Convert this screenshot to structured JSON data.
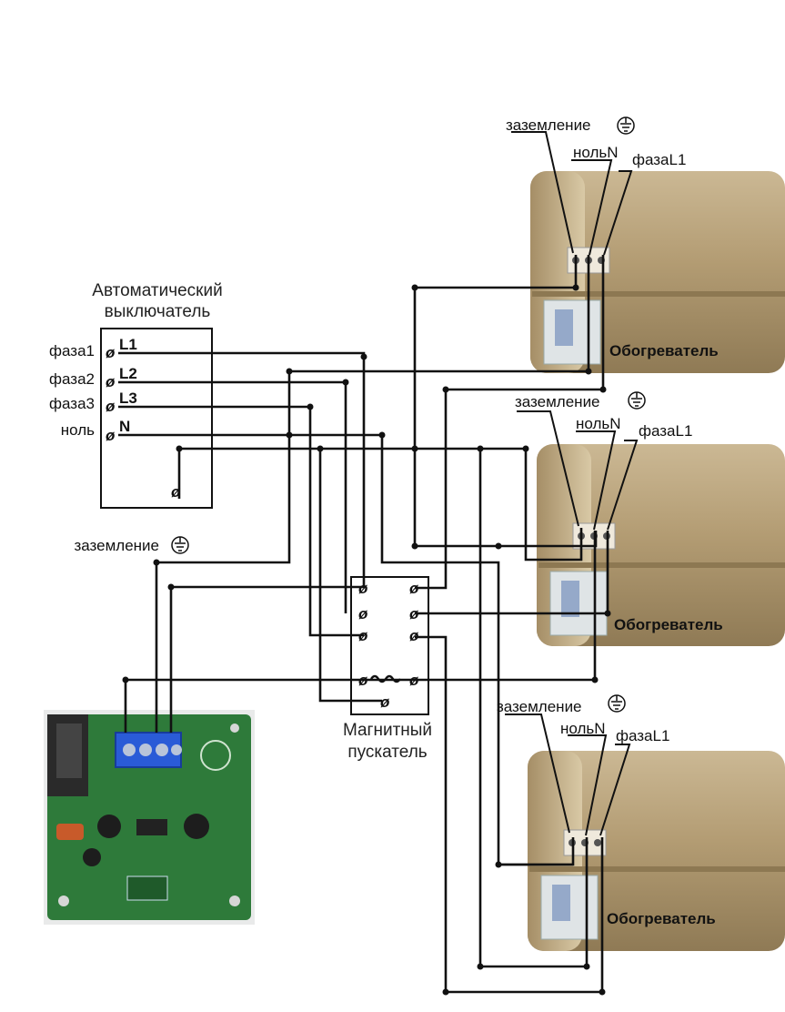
{
  "breaker": {
    "title_line1": "Автоматический",
    "title_line2": "выключатель",
    "rows": [
      {
        "name": "фаза1",
        "terminal": "L1"
      },
      {
        "name": "фаза2",
        "terminal": "L2"
      },
      {
        "name": "фаза3",
        "terminal": "L3"
      },
      {
        "name": "ноль",
        "terminal": "N"
      }
    ],
    "ground_label": "заземление"
  },
  "contactor": {
    "label_line1": "Магнитный",
    "label_line2": "пускатель"
  },
  "heaters": [
    {
      "ground": "заземление",
      "neutral": "нольN",
      "phase": "фазаL1",
      "name": "Обогреватель"
    },
    {
      "ground": "заземление",
      "neutral": "нольN",
      "phase": "фазаL1",
      "name": "Обогреватель"
    },
    {
      "ground": "заземление",
      "neutral": "нольN",
      "phase": "фазаL1",
      "name": "Обогреватель"
    }
  ],
  "colors": {
    "wire": "#111111",
    "heater_body": "#b09a72",
    "board": "#2e7a3a",
    "terminal_block": "#2a5bd7"
  }
}
